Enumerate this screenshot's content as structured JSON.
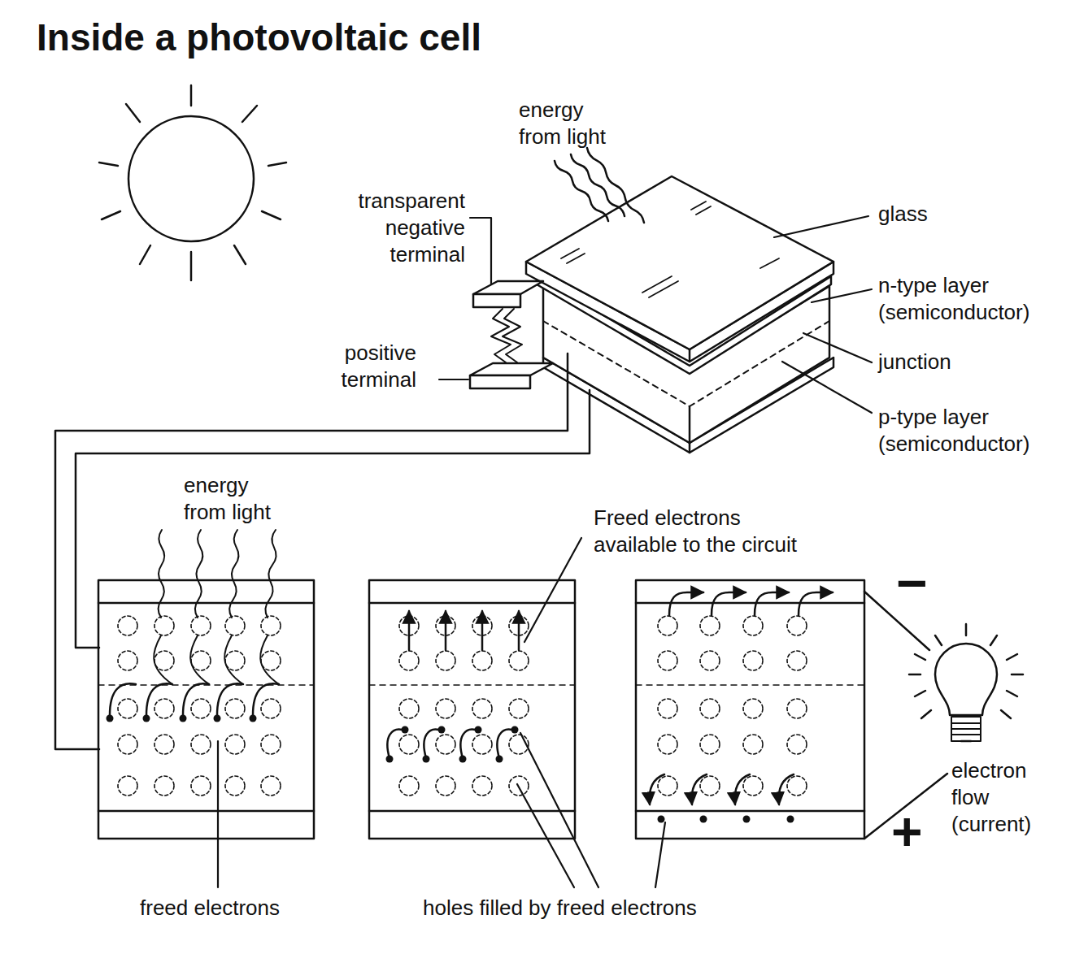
{
  "diagram": {
    "title": "Inside a photovoltaic cell",
    "labels": [
      "energy from light",
      "transparent negative terminal",
      "glass",
      "n-type layer (semiconductor)",
      "junction",
      "p-type layer (semiconductor)",
      "positive terminal",
      "energy from light",
      "Freed electrons available to the circuit",
      "freed electrons",
      "holes filled by freed electrons",
      "electron flow (current)",
      "−",
      "+"
    ]
  }
}
